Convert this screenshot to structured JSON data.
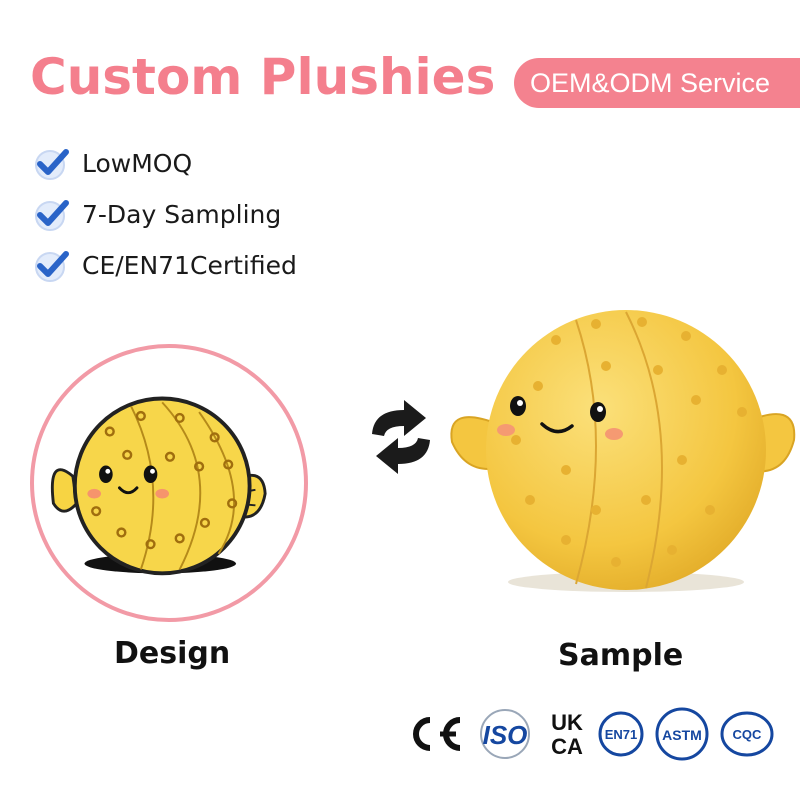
{
  "title": "Custom Plushies",
  "service_badge": "OEM&ODM Service",
  "features": [
    "LowMOQ",
    "7-Day Sampling",
    "CE/EN71Certified"
  ],
  "design_label": "Design",
  "sample_label": "Sample",
  "certifications": {
    "ce": "CE",
    "iso": "ISO",
    "ukca_top": "UK",
    "ukca_bottom": "CA",
    "en71": "EN71",
    "astm": "ASTM",
    "cqc": "CQC"
  },
  "colors": {
    "accent_pink": "#f47f8d",
    "check_blue": "#2a64c8",
    "plush_yellow": "#f6c945"
  },
  "icons": [
    "check-icon",
    "swap-arrows-icon"
  ]
}
